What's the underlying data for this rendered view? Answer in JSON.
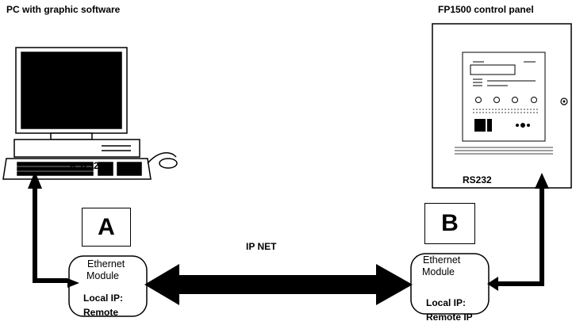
{
  "pc": {
    "title": "PC with graphic software",
    "port_label": "RS232"
  },
  "panel": {
    "title": "FP1500 control panel",
    "port_label": "RS232"
  },
  "network": {
    "label": "IP NET"
  },
  "module_a": {
    "letter": "A",
    "line1": "Ethernet",
    "line2": "Module",
    "ip_line1": "Local IP:",
    "ip_line2": "Remote"
  },
  "module_b": {
    "letter": "B",
    "line1": "Ethernet",
    "line2": "Module",
    "ip_line1": "Local IP:",
    "ip_line2": "Remote IP"
  }
}
